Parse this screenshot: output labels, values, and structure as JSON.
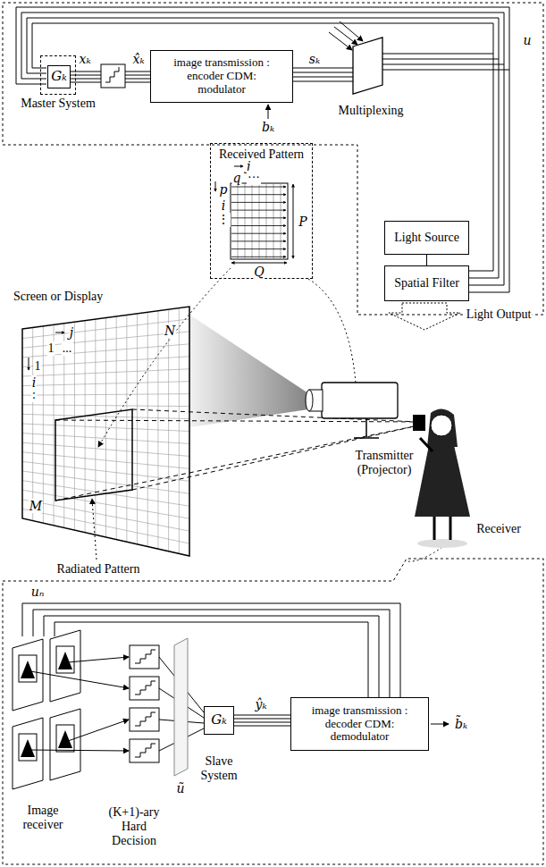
{
  "diagram": {
    "nodes": [
      {
        "text": [
          "Master System"
        ]
      },
      {
        "text": [
          "Gₖ"
        ],
        "in": 0
      },
      {
        "text": [
          "image transmission : encoder CDM: modulator"
        ]
      },
      {
        "text": [
          "Light Source"
        ]
      },
      {
        "text": [
          "Spatial Filter"
        ]
      },
      {
        "text": [
          "Received Pattern"
        ]
      },
      {
        "text": [
          "Screen or Display"
        ]
      },
      {
        "text": [
          "Gₖ"
        ]
      },
      {
        "text": [
          "image transmission : decoder CDM: demodulator"
        ]
      }
    ],
    "edges": [
      {
        "from": 1,
        "to": 2,
        "arrow": "none"
      },
      {
        "from": 3,
        "to": 4,
        "arrow": "none"
      },
      {
        "from": 7,
        "to": 8,
        "arrow": "none"
      }
    ],
    "labels": [
      "xₖ",
      "x̂ₖ",
      "bₖ",
      "sₖ",
      "u",
      "Multiplexing",
      "Light Output",
      "j",
      "q",
      "···",
      "p",
      "i",
      "⋮",
      "P",
      "Q",
      "j",
      "1",
      "...",
      "N",
      "1",
      "i",
      ":",
      "M",
      "Radiated Pattern",
      "Transmitter (Projector)",
      "Receiver",
      "uₙ",
      "Image receiver",
      "ũ",
      "(K+1)-ary Hard Decision",
      "Slave System",
      "ŷₖ",
      "b̃ₖ"
    ]
  }
}
